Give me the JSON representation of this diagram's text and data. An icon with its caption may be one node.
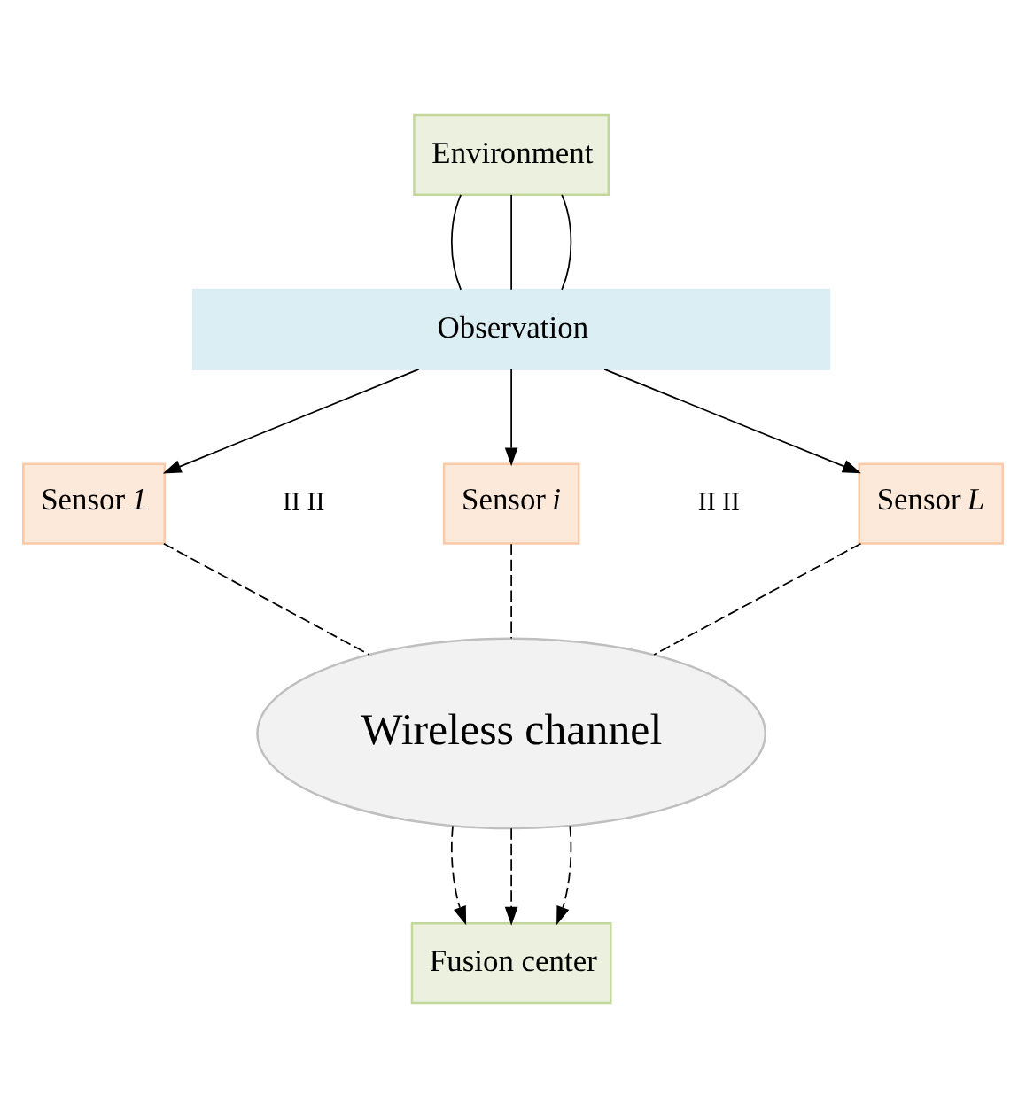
{
  "diagram": {
    "nodes": [
      {
        "text": [
          "Environment"
        ]
      },
      {
        "text": [
          "Observation"
        ]
      },
      {
        "text": [
          "Sensor *1*"
        ]
      },
      {
        "text": [
          "Sensor *i*"
        ]
      },
      {
        "text": [
          "Sensor *L*"
        ]
      },
      {
        "text": [
          "Wireless channel"
        ]
      },
      {
        "text": [
          "Fusion center"
        ]
      }
    ],
    "edges": [
      {
        "from": 0,
        "to": 1,
        "arrow": "none"
      },
      {
        "from": 0,
        "to": 1,
        "arrow": "none"
      },
      {
        "from": 0,
        "to": 1,
        "arrow": "none"
      },
      {
        "from": 1,
        "to": 2,
        "arrow": "to"
      },
      {
        "from": 1,
        "to": 3,
        "arrow": "to"
      },
      {
        "from": 1,
        "to": 4,
        "arrow": "to"
      },
      {
        "from": 2,
        "to": 5,
        "arrow": "none",
        "style": "dashed"
      },
      {
        "from": 3,
        "to": 5,
        "arrow": "none",
        "style": "dashed"
      },
      {
        "from": 4,
        "to": 5,
        "arrow": "none",
        "style": "dashed"
      },
      {
        "from": 5,
        "to": 6,
        "arrow": "to",
        "style": "dashed"
      },
      {
        "from": 5,
        "to": 6,
        "arrow": "to",
        "style": "dashed"
      },
      {
        "from": 5,
        "to": 6,
        "arrow": "to",
        "style": "dashed"
      }
    ],
    "labels": [
      "II II",
      "II II"
    ]
  }
}
